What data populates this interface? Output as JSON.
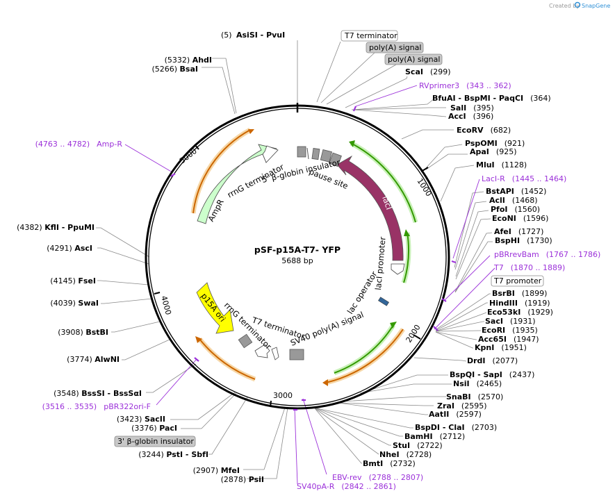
{
  "watermark": {
    "prefix": "Created by",
    "brand": "SnapGene"
  },
  "plasmid": {
    "name": "pSF-p15A-T7- YFP",
    "size": "5688 bp"
  },
  "ticks": [
    "1000",
    "2000",
    "3000",
    "4000",
    "5000"
  ],
  "enzymes_right": [
    {
      "name": "AsiSI   - PvuI",
      "pos": "(5)"
    },
    {
      "name": "ScaI",
      "pos": "(299)"
    },
    {
      "name": "BfuAI  - BspMI  - PaqCI",
      "pos": "(364)"
    },
    {
      "name": "SalI",
      "pos": "(395)"
    },
    {
      "name": "AccI",
      "pos": "(396)"
    },
    {
      "name": "EcoRV",
      "pos": "(682)"
    },
    {
      "name": "PspOMI",
      "pos": "(921)"
    },
    {
      "name": "ApaI",
      "pos": "(925)"
    },
    {
      "name": "MluI",
      "pos": "(1128)"
    },
    {
      "name": "BstAPI",
      "pos": "(1452)"
    },
    {
      "name": "AclI",
      "pos": "(1468)"
    },
    {
      "name": "PfoI",
      "pos": "(1560)"
    },
    {
      "name": "EcoNI",
      "pos": "(1596)"
    },
    {
      "name": "AfeI",
      "pos": "(1727)"
    },
    {
      "name": "BspHI",
      "pos": "(1730)"
    },
    {
      "name": "BsrBI",
      "pos": "(1899)"
    },
    {
      "name": "HindIII",
      "pos": "(1919)"
    },
    {
      "name": "Eco53kI",
      "pos": "(1929)"
    },
    {
      "name": "SacI",
      "pos": "(1931)"
    },
    {
      "name": "EcoRI",
      "pos": "(1935)"
    },
    {
      "name": "Acc65I",
      "pos": "(1947)"
    },
    {
      "name": "KpnI",
      "pos": "(1951)"
    },
    {
      "name": "DrdI",
      "pos": "(2077)"
    },
    {
      "name": "BspQI   - SapI",
      "pos": "(2437)"
    },
    {
      "name": "NsiI",
      "pos": "(2465)"
    },
    {
      "name": "SnaBI",
      "pos": "(2570)"
    },
    {
      "name": "ZraI",
      "pos": "(2595)"
    },
    {
      "name": "AatII",
      "pos": "(2597)"
    },
    {
      "name": "BspDI   - ClaI",
      "pos": "(2703)"
    },
    {
      "name": "BamHI",
      "pos": "(2712)"
    },
    {
      "name": "StuI",
      "pos": "(2722)"
    },
    {
      "name": "NheI",
      "pos": "(2728)"
    },
    {
      "name": "BmtI",
      "pos": "(2732)"
    }
  ],
  "enzymes_left": [
    {
      "name": "AhdI",
      "pos": "(5332)"
    },
    {
      "name": "BsaI",
      "pos": "(5266)"
    },
    {
      "name": "KflI   - PpuMI",
      "pos": "(4382)"
    },
    {
      "name": "AscI",
      "pos": "(4291)"
    },
    {
      "name": "FseI",
      "pos": "(4145)"
    },
    {
      "name": "SwaI",
      "pos": "(4039)"
    },
    {
      "name": "BstBI",
      "pos": "(3908)"
    },
    {
      "name": "AlwNI",
      "pos": "(3774)"
    },
    {
      "name": "BssSI   - BssSαI",
      "pos": "(3548)"
    },
    {
      "name": "SacII",
      "pos": "(3423)"
    },
    {
      "name": "PacI",
      "pos": "(3376)"
    },
    {
      "name": "PstI   - SbfI",
      "pos": "(3244)"
    },
    {
      "name": "MfeI",
      "pos": "(2907)"
    },
    {
      "name": "PsiI",
      "pos": "(2878)"
    }
  ],
  "primers": [
    {
      "name": "RVprimer3",
      "range": "(343 .. 362)"
    },
    {
      "name": "LacI-R",
      "range": "(1445 .. 1464)"
    },
    {
      "name": "pBRrevBam",
      "range": "(1767 .. 1786)"
    },
    {
      "name": "T7",
      "range": "(1870 .. 1889)"
    },
    {
      "name": "Amp-R",
      "range": "(4763 .. 4782)"
    },
    {
      "name": "pBR322ori-F",
      "range": "(3516 .. 3535)"
    },
    {
      "name": "EBV-rev",
      "range": "(2788 .. 2807)"
    },
    {
      "name": "SV40pA-R",
      "range": "(2842 .. 2861)"
    }
  ],
  "boxed_features": [
    {
      "name": "T7 terminator"
    },
    {
      "name": "poly(A) signal"
    },
    {
      "name": "poly(A) signal"
    },
    {
      "name": "T7 promoter"
    },
    {
      "name": "3' β-globin insulator"
    }
  ],
  "inner_features": {
    "pause_site": "pause site",
    "beta_globin": "5' β-globin insulator",
    "rrnG_top": "rrnG terminator",
    "ampr": "AmpR",
    "laci": "lacI",
    "laci_promoter": "lacI promoter",
    "lac_operator": "lac operator",
    "sv40": "SV40 poly(A) signal",
    "t7_term": "T7 terminator",
    "rrnG_bottom": "rrnG terminator",
    "p15a": "p15A ori"
  },
  "colors": {
    "backbone": "#000000",
    "ampr": "#ccffcc",
    "laci": "#993366",
    "p15a": "#ffff00",
    "orf_orange": "#cc6600",
    "orf_green": "#339900",
    "primer": "#9b30d9",
    "terminator": "#999999",
    "operator": "#336699"
  }
}
